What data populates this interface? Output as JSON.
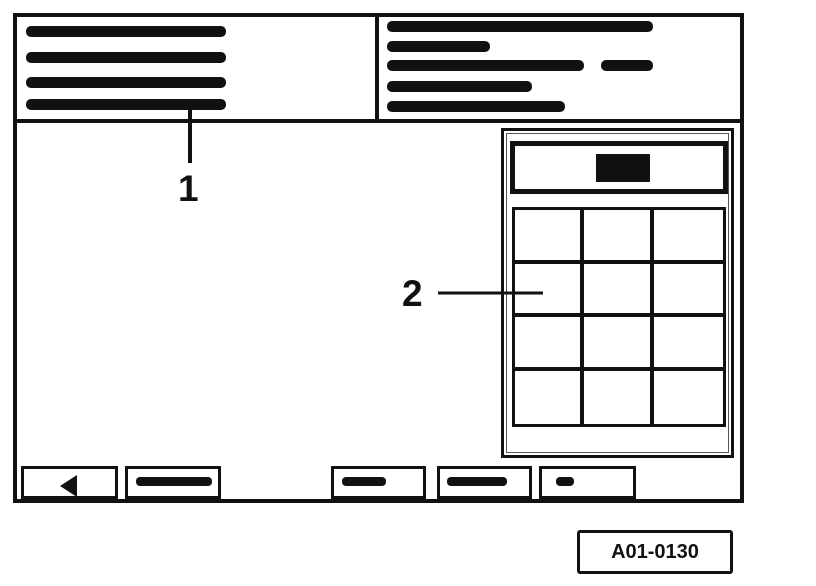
{
  "callouts": {
    "label_1": "1",
    "label_2": "2"
  },
  "reference_code": "A01-0130",
  "colors": {
    "ink": "#111111",
    "background": "#ffffff"
  },
  "icons": {
    "back": "back-arrow-icon"
  }
}
